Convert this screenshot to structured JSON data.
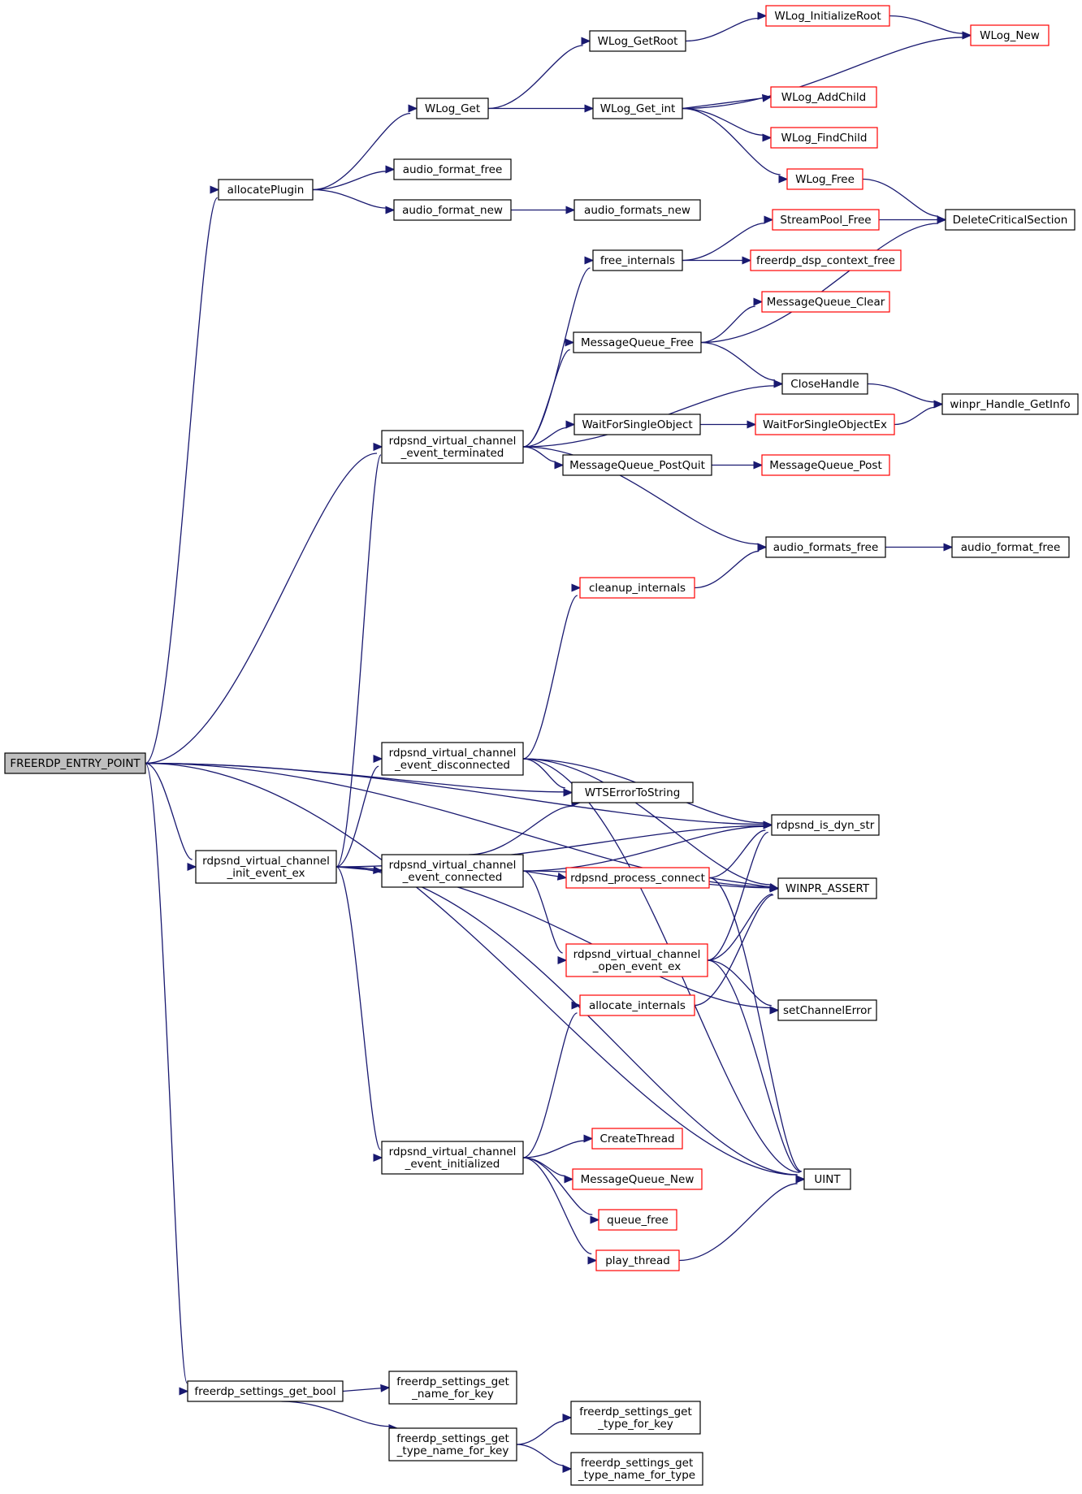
{
  "colors": {
    "edge": "#191970",
    "node_border_default": "#000000",
    "node_border_truncated": "#ff0000",
    "root_fill": "#bfbfbf",
    "node_fill": "#ffffff"
  },
  "nodes": [
    {
      "id": "root",
      "lines": [
        "FREERDP_ENTRY_POINT"
      ],
      "style": "root"
    },
    {
      "id": "allocatePlugin",
      "lines": [
        "allocatePlugin"
      ],
      "style": "normal"
    },
    {
      "id": "WLog_Get",
      "lines": [
        "WLog_Get"
      ],
      "style": "normal"
    },
    {
      "id": "WLog_GetRoot",
      "lines": [
        "WLog_GetRoot"
      ],
      "style": "normal"
    },
    {
      "id": "WLog_InitializeRoot",
      "lines": [
        "WLog_InitializeRoot"
      ],
      "style": "red"
    },
    {
      "id": "WLog_New",
      "lines": [
        "WLog_New"
      ],
      "style": "red"
    },
    {
      "id": "WLog_Get_int",
      "lines": [
        "WLog_Get_int"
      ],
      "style": "normal"
    },
    {
      "id": "WLog_AddChild",
      "lines": [
        "WLog_AddChild"
      ],
      "style": "red"
    },
    {
      "id": "WLog_FindChild",
      "lines": [
        "WLog_FindChild"
      ],
      "style": "red"
    },
    {
      "id": "WLog_Free",
      "lines": [
        "WLog_Free"
      ],
      "style": "red"
    },
    {
      "id": "audio_format_free_1",
      "lines": [
        "audio_format_free"
      ],
      "style": "normal"
    },
    {
      "id": "audio_format_new",
      "lines": [
        "audio_format_new"
      ],
      "style": "normal"
    },
    {
      "id": "audio_formats_new",
      "lines": [
        "audio_formats_new"
      ],
      "style": "normal"
    },
    {
      "id": "DeleteCriticalSection",
      "lines": [
        "DeleteCriticalSection"
      ],
      "style": "normal"
    },
    {
      "id": "StreamPool_Free",
      "lines": [
        "StreamPool_Free"
      ],
      "style": "red"
    },
    {
      "id": "free_internals",
      "lines": [
        "free_internals"
      ],
      "style": "normal"
    },
    {
      "id": "freerdp_dsp_context_free",
      "lines": [
        "freerdp_dsp_context_free"
      ],
      "style": "red"
    },
    {
      "id": "MessageQueue_Clear",
      "lines": [
        "MessageQueue_Clear"
      ],
      "style": "red"
    },
    {
      "id": "MessageQueue_Free",
      "lines": [
        "MessageQueue_Free"
      ],
      "style": "normal"
    },
    {
      "id": "CloseHandle",
      "lines": [
        "CloseHandle"
      ],
      "style": "normal"
    },
    {
      "id": "winpr_Handle_GetInfo",
      "lines": [
        "winpr_Handle_GetInfo"
      ],
      "style": "normal"
    },
    {
      "id": "WaitForSingleObject",
      "lines": [
        "WaitForSingleObject"
      ],
      "style": "normal"
    },
    {
      "id": "WaitForSingleObjectEx",
      "lines": [
        "WaitForSingleObjectEx"
      ],
      "style": "red"
    },
    {
      "id": "terminated",
      "lines": [
        "rdpsnd_virtual_channel",
        "_event_terminated"
      ],
      "style": "normal"
    },
    {
      "id": "MessageQueue_PostQuit",
      "lines": [
        "MessageQueue_PostQuit"
      ],
      "style": "normal"
    },
    {
      "id": "MessageQueue_Post",
      "lines": [
        "MessageQueue_Post"
      ],
      "style": "red"
    },
    {
      "id": "audio_formats_free",
      "lines": [
        "audio_formats_free"
      ],
      "style": "normal"
    },
    {
      "id": "audio_format_free_2",
      "lines": [
        "audio_format_free"
      ],
      "style": "normal"
    },
    {
      "id": "cleanup_internals",
      "lines": [
        "cleanup_internals"
      ],
      "style": "red"
    },
    {
      "id": "disconnected",
      "lines": [
        "rdpsnd_virtual_channel",
        "_event_disconnected"
      ],
      "style": "normal"
    },
    {
      "id": "WTSErrorToString",
      "lines": [
        "WTSErrorToString"
      ],
      "style": "normal"
    },
    {
      "id": "rdpsnd_is_dyn_str",
      "lines": [
        "rdpsnd_is_dyn_str"
      ],
      "style": "normal"
    },
    {
      "id": "init_event_ex",
      "lines": [
        "rdpsnd_virtual_channel",
        "_init_event_ex"
      ],
      "style": "normal"
    },
    {
      "id": "connected",
      "lines": [
        "rdpsnd_virtual_channel",
        "_event_connected"
      ],
      "style": "normal"
    },
    {
      "id": "rdpsnd_process_connect",
      "lines": [
        "rdpsnd_process_connect"
      ],
      "style": "red"
    },
    {
      "id": "WINPR_ASSERT",
      "lines": [
        "WINPR_ASSERT"
      ],
      "style": "normal"
    },
    {
      "id": "open_event_ex",
      "lines": [
        "rdpsnd_virtual_channel",
        "_open_event_ex"
      ],
      "style": "red"
    },
    {
      "id": "allocate_internals",
      "lines": [
        "allocate_internals"
      ],
      "style": "red"
    },
    {
      "id": "setChannelError",
      "lines": [
        "setChannelError"
      ],
      "style": "normal"
    },
    {
      "id": "initialized",
      "lines": [
        "rdpsnd_virtual_channel",
        "_event_initialized"
      ],
      "style": "normal"
    },
    {
      "id": "CreateThread",
      "lines": [
        "CreateThread"
      ],
      "style": "red"
    },
    {
      "id": "MessageQueue_New",
      "lines": [
        "MessageQueue_New"
      ],
      "style": "red"
    },
    {
      "id": "UINT",
      "lines": [
        "UINT"
      ],
      "style": "normal"
    },
    {
      "id": "queue_free",
      "lines": [
        "queue_free"
      ],
      "style": "red"
    },
    {
      "id": "play_thread",
      "lines": [
        "play_thread"
      ],
      "style": "red"
    },
    {
      "id": "settings_get_bool",
      "lines": [
        "freerdp_settings_get_bool"
      ],
      "style": "normal"
    },
    {
      "id": "name_for_key",
      "lines": [
        "freerdp_settings_get",
        "_name_for_key"
      ],
      "style": "normal"
    },
    {
      "id": "type_name_for_key",
      "lines": [
        "freerdp_settings_get",
        "_type_name_for_key"
      ],
      "style": "normal"
    },
    {
      "id": "type_for_key",
      "lines": [
        "freerdp_settings_get",
        "_type_for_key"
      ],
      "style": "normal"
    },
    {
      "id": "type_name_for_type",
      "lines": [
        "freerdp_settings_get",
        "_type_name_for_type"
      ],
      "style": "normal"
    }
  ],
  "edges": [
    [
      "root",
      "allocatePlugin"
    ],
    [
      "root",
      "terminated"
    ],
    [
      "root",
      "rdpsnd_is_dyn_str"
    ],
    [
      "root",
      "WINPR_ASSERT"
    ],
    [
      "root",
      "WTSErrorToString"
    ],
    [
      "root",
      "init_event_ex"
    ],
    [
      "root",
      "UINT"
    ],
    [
      "root",
      "settings_get_bool"
    ],
    [
      "allocatePlugin",
      "WLog_Get"
    ],
    [
      "allocatePlugin",
      "audio_format_free_1"
    ],
    [
      "allocatePlugin",
      "audio_format_new"
    ],
    [
      "WLog_Get",
      "WLog_GetRoot"
    ],
    [
      "WLog_Get",
      "WLog_Get_int"
    ],
    [
      "WLog_GetRoot",
      "WLog_InitializeRoot"
    ],
    [
      "WLog_InitializeRoot",
      "WLog_New"
    ],
    [
      "WLog_Get_int",
      "WLog_New"
    ],
    [
      "WLog_Get_int",
      "WLog_AddChild"
    ],
    [
      "WLog_Get_int",
      "WLog_FindChild"
    ],
    [
      "WLog_Get_int",
      "WLog_Free"
    ],
    [
      "WLog_Free",
      "DeleteCriticalSection"
    ],
    [
      "audio_format_new",
      "audio_formats_new"
    ],
    [
      "terminated",
      "free_internals"
    ],
    [
      "terminated",
      "MessageQueue_Free"
    ],
    [
      "terminated",
      "CloseHandle"
    ],
    [
      "terminated",
      "WaitForSingleObject"
    ],
    [
      "terminated",
      "MessageQueue_PostQuit"
    ],
    [
      "terminated",
      "audio_formats_free"
    ],
    [
      "free_internals",
      "StreamPool_Free"
    ],
    [
      "free_internals",
      "freerdp_dsp_context_free"
    ],
    [
      "StreamPool_Free",
      "DeleteCriticalSection"
    ],
    [
      "MessageQueue_Free",
      "MessageQueue_Clear"
    ],
    [
      "MessageQueue_Free",
      "DeleteCriticalSection"
    ],
    [
      "MessageQueue_Free",
      "CloseHandle"
    ],
    [
      "CloseHandle",
      "winpr_Handle_GetInfo"
    ],
    [
      "WaitForSingleObject",
      "WaitForSingleObjectEx"
    ],
    [
      "WaitForSingleObjectEx",
      "winpr_Handle_GetInfo"
    ],
    [
      "MessageQueue_PostQuit",
      "MessageQueue_Post"
    ],
    [
      "audio_formats_free",
      "audio_format_free_2"
    ],
    [
      "cleanup_internals",
      "audio_formats_free"
    ],
    [
      "disconnected",
      "cleanup_internals"
    ],
    [
      "disconnected",
      "rdpsnd_is_dyn_str"
    ],
    [
      "disconnected",
      "WTSErrorToString"
    ],
    [
      "disconnected",
      "WINPR_ASSERT"
    ],
    [
      "disconnected",
      "UINT"
    ],
    [
      "init_event_ex",
      "terminated"
    ],
    [
      "init_event_ex",
      "disconnected"
    ],
    [
      "init_event_ex",
      "connected"
    ],
    [
      "init_event_ex",
      "initialized"
    ],
    [
      "init_event_ex",
      "rdpsnd_is_dyn_str"
    ],
    [
      "init_event_ex",
      "setChannelError"
    ],
    [
      "init_event_ex",
      "UINT"
    ],
    [
      "connected",
      "WTSErrorToString"
    ],
    [
      "connected",
      "rdpsnd_is_dyn_str"
    ],
    [
      "connected",
      "rdpsnd_process_connect"
    ],
    [
      "connected",
      "WINPR_ASSERT"
    ],
    [
      "connected",
      "open_event_ex"
    ],
    [
      "rdpsnd_process_connect",
      "rdpsnd_is_dyn_str"
    ],
    [
      "rdpsnd_process_connect",
      "WINPR_ASSERT"
    ],
    [
      "rdpsnd_process_connect",
      "UINT"
    ],
    [
      "open_event_ex",
      "rdpsnd_is_dyn_str"
    ],
    [
      "open_event_ex",
      "WINPR_ASSERT"
    ],
    [
      "open_event_ex",
      "setChannelError"
    ],
    [
      "open_event_ex",
      "UINT"
    ],
    [
      "allocate_internals",
      "WINPR_ASSERT"
    ],
    [
      "initialized",
      "allocate_internals"
    ],
    [
      "initialized",
      "CreateThread"
    ],
    [
      "initialized",
      "MessageQueue_New"
    ],
    [
      "initialized",
      "queue_free"
    ],
    [
      "initialized",
      "play_thread"
    ],
    [
      "play_thread",
      "UINT"
    ],
    [
      "settings_get_bool",
      "name_for_key"
    ],
    [
      "settings_get_bool",
      "type_name_for_key"
    ],
    [
      "type_name_for_key",
      "type_for_key"
    ],
    [
      "type_name_for_key",
      "type_name_for_type"
    ]
  ]
}
